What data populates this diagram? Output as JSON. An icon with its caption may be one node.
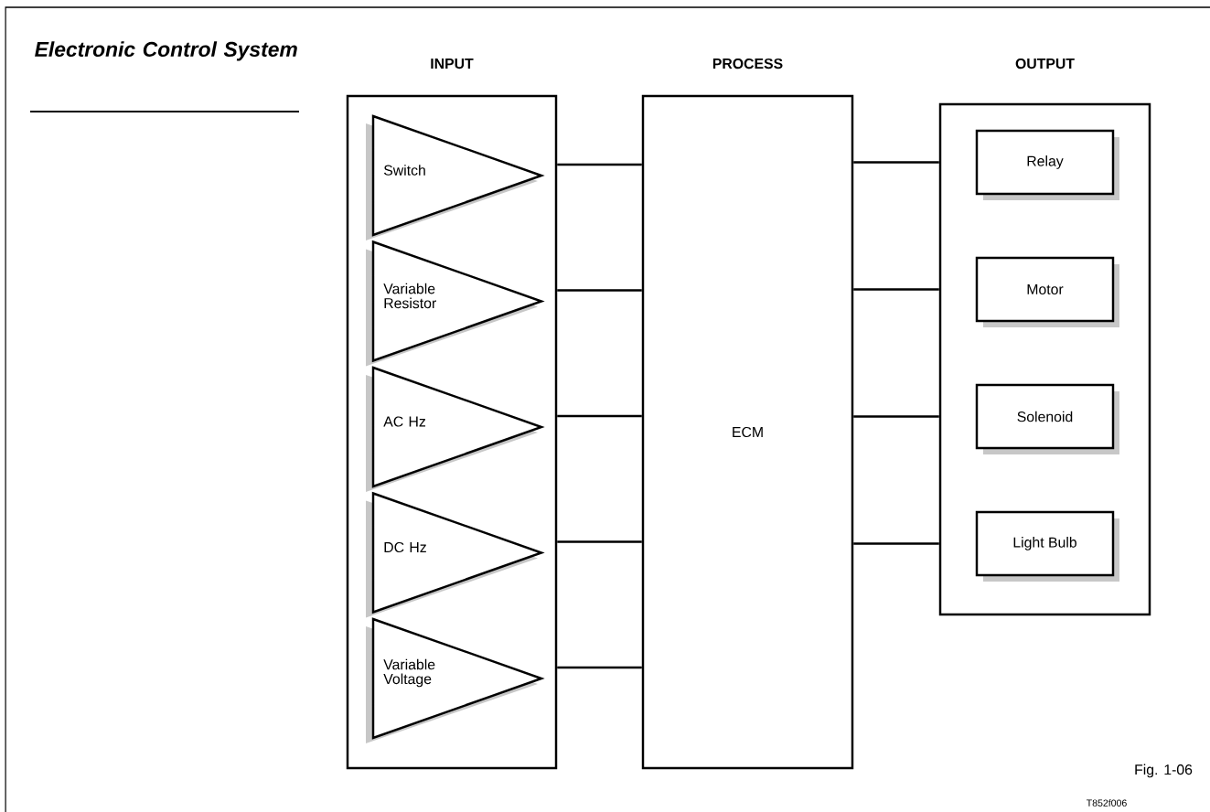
{
  "diagram": {
    "title": "Electronic Control System",
    "nodes": [
      {
        "text": [
          "INPUT"
        ]
      },
      {
        "text": [
          "Switch"
        ],
        "in": 0
      },
      {
        "text": [
          "Variable Resistor"
        ],
        "in": 0
      },
      {
        "text": [
          "AC Hz"
        ],
        "in": 0
      },
      {
        "text": [
          "DC Hz"
        ],
        "in": 0
      },
      {
        "text": [
          "Variable Voltage"
        ],
        "in": 0
      },
      {
        "text": [
          "PROCESS",
          "ECM"
        ]
      },
      {
        "text": [
          "OUTPUT"
        ]
      },
      {
        "text": [
          "Relay"
        ],
        "in": 7
      },
      {
        "text": [
          "Motor"
        ],
        "in": 7
      },
      {
        "text": [
          "Solenoid"
        ],
        "in": 7
      },
      {
        "text": [
          "Light Bulb"
        ],
        "in": 7
      }
    ],
    "edges": [
      {
        "from": 1,
        "to": 6,
        "arrow": "none"
      },
      {
        "from": 2,
        "to": 6,
        "arrow": "none"
      },
      {
        "from": 3,
        "to": 6,
        "arrow": "none"
      },
      {
        "from": 4,
        "to": 6,
        "arrow": "none"
      },
      {
        "from": 5,
        "to": 6,
        "arrow": "none"
      },
      {
        "from": 6,
        "to": 8,
        "arrow": "none"
      },
      {
        "from": 6,
        "to": 9,
        "arrow": "none"
      },
      {
        "from": 6,
        "to": 10,
        "arrow": "none"
      },
      {
        "from": 6,
        "to": 11,
        "arrow": "none"
      }
    ],
    "labels": [
      "Fig. 1-06",
      "T852f006"
    ]
  }
}
